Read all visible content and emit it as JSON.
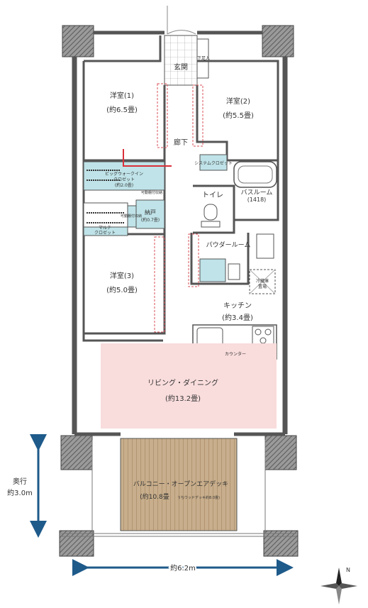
{
  "rooms": {
    "western1": {
      "name": "洋室(1)",
      "size": "(約6.5畳)"
    },
    "western2": {
      "name": "洋室(2)",
      "size": "(約5.5畳)"
    },
    "western3": {
      "name": "洋室(3)",
      "size": "(約5.0畳)"
    },
    "entrance": "玄関",
    "shoe_box": "下足入",
    "hallway": "廊下",
    "system_closet": "システムクロゼット",
    "walk_in_closet": {
      "name": "ビッグウォークイン",
      "name2": "クロゼット",
      "size": "(約2.0畳)"
    },
    "movable_shelf": "可動棚付収納",
    "movable_shelf2": "可動棚付収納",
    "toilet": "トイレ",
    "bathroom": {
      "name": "バスルーム",
      "size": "(1418)"
    },
    "storage": {
      "name": "納戸",
      "size": "(約0.7畳)"
    },
    "multi_closet": {
      "name": "マルチ",
      "name2": "クロゼット"
    },
    "powder_room": "パウダールーム",
    "fridge": {
      "line1": "冷蔵庫",
      "line2": "置場"
    },
    "kitchen": {
      "name": "キッチン",
      "size": "(約3.4畳)"
    },
    "counter": "カウンター",
    "living": {
      "name": "リビング・ダイニング",
      "size": "(約13.2畳)"
    },
    "balcony": {
      "name": "バルコニー・オープンエアデッキ",
      "size": "(約10.8畳",
      "note": "うちウッドデッキ約8.0畳)"
    }
  },
  "dimensions": {
    "depth_label": "奥行",
    "depth_value": "約3.0m",
    "width_value": "約6.2m"
  },
  "colors": {
    "wall": "#6e6e6e",
    "closet": "#bfe3e8",
    "living": "#f9dcdc",
    "deck": "#c8ae8c",
    "arrow": "#1e5a8a",
    "dashed": "#d9505a"
  }
}
